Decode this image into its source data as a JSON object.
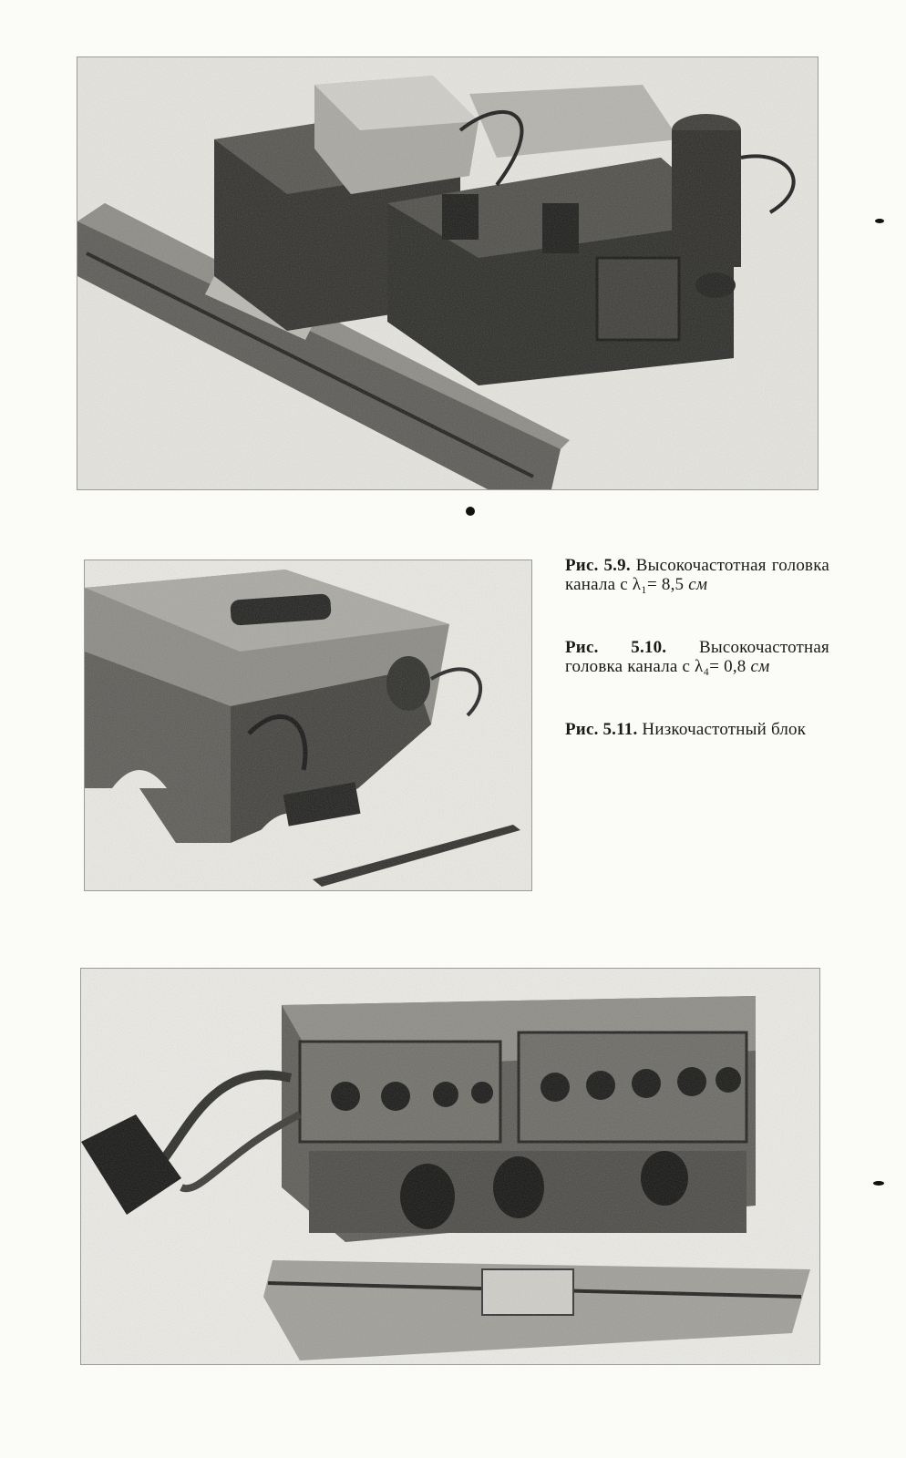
{
  "figures": {
    "top": {
      "icon": "microwave-head-photo"
    },
    "middle": {
      "icon": "microwave-head-photo"
    },
    "bottom": {
      "icon": "low-frequency-unit-photo"
    }
  },
  "captions": [
    {
      "label": "Рис. 5.9.",
      "text": "Высокочастотная головка канала с λ₁= 8,5",
      "unit": "см"
    },
    {
      "label": "Рис. 5.10.",
      "text": "Высокочастотная головка канала с λ₄= 0,8",
      "unit": "см"
    },
    {
      "label": "Рис. 5.11.",
      "text": "Низкочастотный блок",
      "unit": ""
    }
  ],
  "colors": {
    "ink": "#1a1a1a",
    "paper": "#fbfbf8",
    "photo_dark": "#2b2b2b",
    "photo_mid": "#6e6e6a",
    "photo_light": "#d6d5cf"
  }
}
